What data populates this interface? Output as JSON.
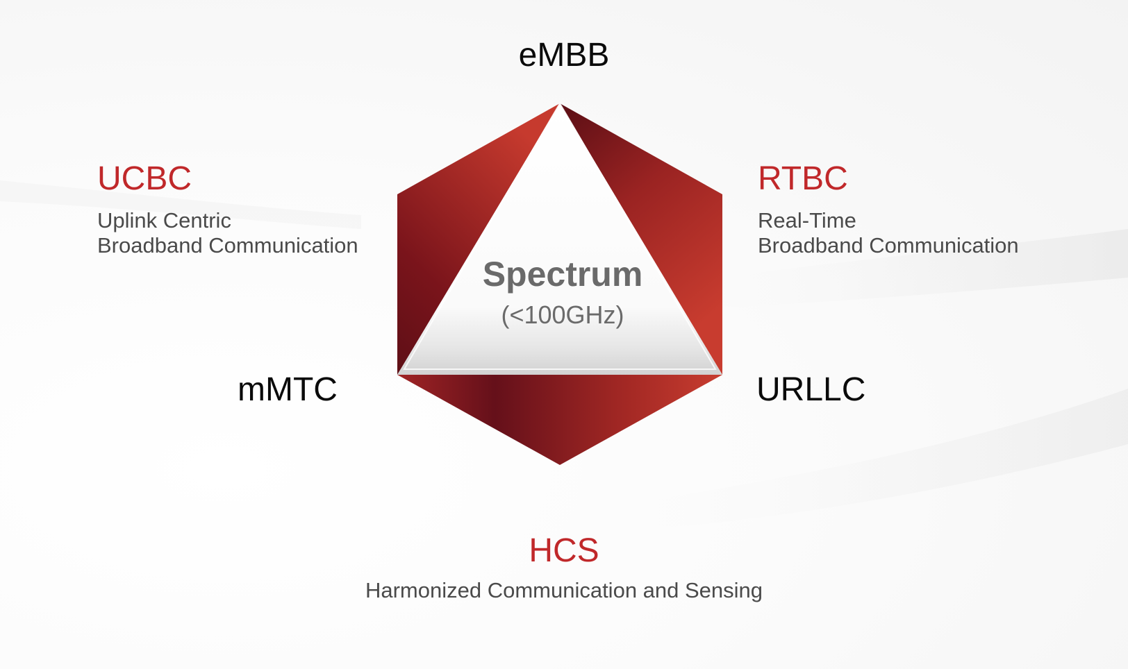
{
  "colors": {
    "accent_red": "#c0282a",
    "dark_red": "#6a1119",
    "text_black": "#0a0a0a",
    "text_gray": "#4a4a4a",
    "center_gray": "#6a6a6a"
  },
  "center": {
    "title": "Spectrum",
    "subtitle": "(<100GHz)"
  },
  "nodes": {
    "embb": {
      "label": "eMBB"
    },
    "ucbc": {
      "label": "UCBC",
      "lines": [
        "Uplink Centric",
        "Broadband Communication"
      ]
    },
    "rtbc": {
      "label": "RTBC",
      "lines": [
        "Real-Time",
        "Broadband Communication"
      ]
    },
    "mmtc": {
      "label": "mMTC"
    },
    "urllc": {
      "label": "URLLC"
    },
    "hcs": {
      "label": "HCS",
      "description": "Harmonized Communication and Sensing"
    }
  }
}
